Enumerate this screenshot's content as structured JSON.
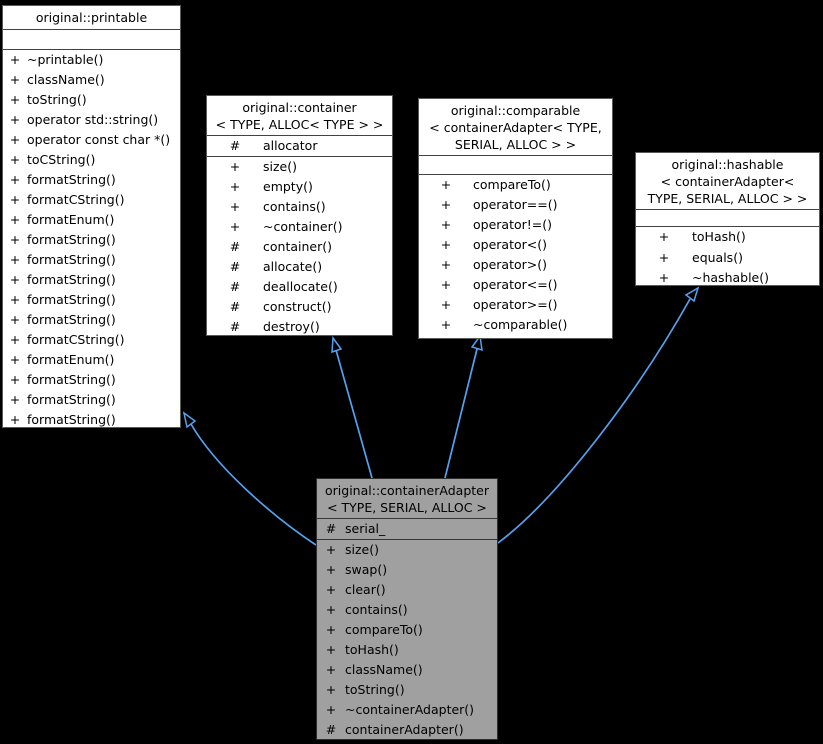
{
  "diagram": {
    "kind": "uml-class-inheritance-diagram",
    "background_color": "#000000",
    "edge_color": "#55a1f0",
    "highlight_fill": "#a0a0a0",
    "node_fill": "#ffffff",
    "classes": [
      {
        "id": "printable",
        "title_lines": [
          "original::printable"
        ],
        "attributes": [],
        "methods": [
          {
            "mod": "+",
            "name": "~printable()"
          },
          {
            "mod": "+",
            "name": "className()"
          },
          {
            "mod": "+",
            "name": "toString()"
          },
          {
            "mod": "+",
            "name": "operator std::string()"
          },
          {
            "mod": "+",
            "name": "operator const char *()"
          },
          {
            "mod": "+",
            "name": "toCString()"
          },
          {
            "mod": "+",
            "name": "formatString()"
          },
          {
            "mod": "+",
            "name": "formatCString()"
          },
          {
            "mod": "+",
            "name": "formatEnum()"
          },
          {
            "mod": "+",
            "name": "formatString()"
          },
          {
            "mod": "+",
            "name": "formatString()"
          },
          {
            "mod": "+",
            "name": "formatString()"
          },
          {
            "mod": "+",
            "name": "formatString()"
          },
          {
            "mod": "+",
            "name": "formatString()"
          },
          {
            "mod": "+",
            "name": "formatCString()"
          },
          {
            "mod": "+",
            "name": "formatEnum()"
          },
          {
            "mod": "+",
            "name": "formatString()"
          },
          {
            "mod": "+",
            "name": "formatString()"
          },
          {
            "mod": "+",
            "name": "formatString()"
          }
        ],
        "highlighted": false
      },
      {
        "id": "container",
        "title_lines": [
          "original::container",
          "< TYPE, ALLOC< TYPE > >"
        ],
        "attributes": [
          {
            "mod": "#",
            "name": "allocator"
          }
        ],
        "methods": [
          {
            "mod": "+",
            "name": "size()"
          },
          {
            "mod": "+",
            "name": "empty()"
          },
          {
            "mod": "+",
            "name": "contains()"
          },
          {
            "mod": "+",
            "name": "~container()"
          },
          {
            "mod": "#",
            "name": "container()"
          },
          {
            "mod": "#",
            "name": "allocate()"
          },
          {
            "mod": "#",
            "name": "deallocate()"
          },
          {
            "mod": "#",
            "name": "construct()"
          },
          {
            "mod": "#",
            "name": "destroy()"
          }
        ],
        "highlighted": false
      },
      {
        "id": "comparable",
        "title_lines": [
          "original::comparable",
          "< containerAdapter< TYPE,",
          "SERIAL, ALLOC > >"
        ],
        "attributes": [],
        "methods": [
          {
            "mod": "+",
            "name": "compareTo()"
          },
          {
            "mod": "+",
            "name": "operator==()"
          },
          {
            "mod": "+",
            "name": "operator!=()"
          },
          {
            "mod": "+",
            "name": "operator<()"
          },
          {
            "mod": "+",
            "name": "operator>()"
          },
          {
            "mod": "+",
            "name": "operator<=()"
          },
          {
            "mod": "+",
            "name": "operator>=()"
          },
          {
            "mod": "+",
            "name": "~comparable()"
          }
        ],
        "highlighted": false
      },
      {
        "id": "hashable",
        "title_lines": [
          "original::hashable",
          "< containerAdapter<",
          "TYPE, SERIAL, ALLOC > >"
        ],
        "attributes": [],
        "methods": [
          {
            "mod": "+",
            "name": "toHash()"
          },
          {
            "mod": "+",
            "name": "equals()"
          },
          {
            "mod": "+",
            "name": "~hashable()"
          }
        ],
        "highlighted": false
      },
      {
        "id": "containerAdapter",
        "title_lines": [
          "original::containerAdapter",
          "< TYPE, SERIAL, ALLOC >"
        ],
        "attributes": [
          {
            "mod": "#",
            "name": "serial_"
          }
        ],
        "methods": [
          {
            "mod": "+",
            "name": "size()"
          },
          {
            "mod": "+",
            "name": "swap()"
          },
          {
            "mod": "+",
            "name": "clear()"
          },
          {
            "mod": "+",
            "name": "contains()"
          },
          {
            "mod": "+",
            "name": "compareTo()"
          },
          {
            "mod": "+",
            "name": "toHash()"
          },
          {
            "mod": "+",
            "name": "className()"
          },
          {
            "mod": "+",
            "name": "toString()"
          },
          {
            "mod": "+",
            "name": "~containerAdapter()"
          },
          {
            "mod": "#",
            "name": "containerAdapter()"
          }
        ],
        "highlighted": true
      }
    ],
    "edges": [
      {
        "from": "containerAdapter",
        "to": "printable",
        "type": "public-inheritance"
      },
      {
        "from": "containerAdapter",
        "to": "container",
        "type": "public-inheritance"
      },
      {
        "from": "containerAdapter",
        "to": "comparable",
        "type": "public-inheritance"
      },
      {
        "from": "containerAdapter",
        "to": "hashable",
        "type": "public-inheritance"
      }
    ]
  }
}
